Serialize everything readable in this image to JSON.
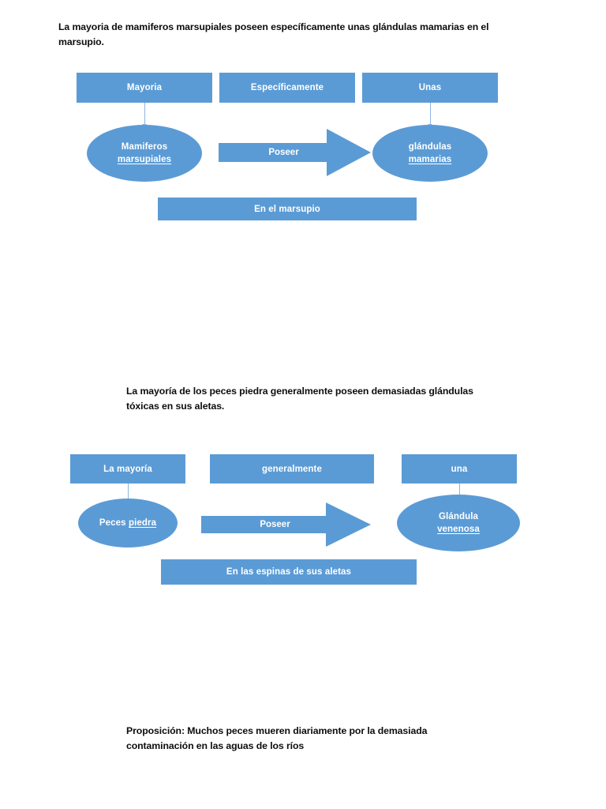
{
  "theme": {
    "shape_fill": "#5B9BD5",
    "shape_text": "#FFFFFF",
    "connector": "#8EB4E3",
    "body_text": "#0D0D0D",
    "page_background": "#FFFFFF"
  },
  "document": {
    "intro_1": "La mayoria de mamiferos marsupiales poseen específicamente unas glándulas mamarias en el marsupio.",
    "intro_2": "La mayoría de los peces piedra generalmente poseen demasiadas glándulas tóxicas en sus aletas.",
    "proposition": "Proposición:  Muchos peces mueren diariamente por la demasiada contaminación en las aguas de los ríos"
  },
  "diagram_1": {
    "quantifier_boxes": [
      {
        "label": "Mayoria"
      },
      {
        "label": "Específicamente"
      },
      {
        "label": "Unas"
      }
    ],
    "concept_left": {
      "line1": "Mamiferos",
      "line2": "marsupiales "
    },
    "concept_right": {
      "line1": "glándulas",
      "line2": "mamarias "
    },
    "arrow_label": "Poseer",
    "context_bar": "En el marsupio"
  },
  "diagram_2": {
    "quantifier_boxes": [
      {
        "label": "La mayoría"
      },
      {
        "label": "generalmente"
      },
      {
        "label": "una"
      }
    ],
    "concept_left": {
      "line1": "Peces ",
      "line2": "piedra"
    },
    "concept_right": {
      "line1": "Glándula",
      "line2": "venenosa"
    },
    "arrow_label": "Poseer",
    "context_bar": "En las espinas de sus aletas"
  }
}
